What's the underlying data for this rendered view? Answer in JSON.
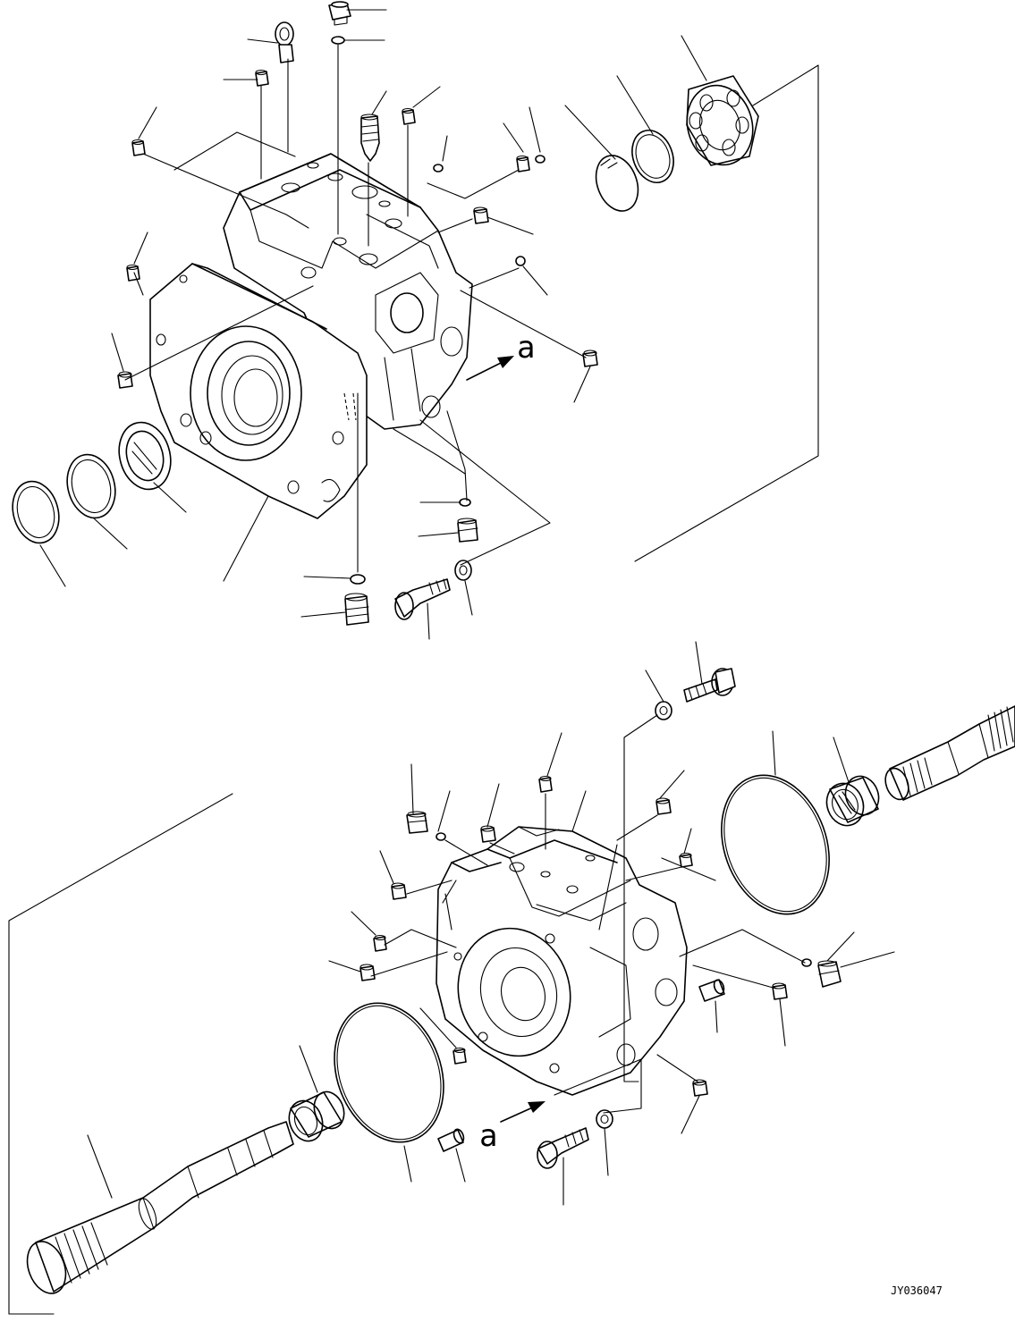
{
  "view_labels": {
    "upper": "a",
    "lower": "a"
  },
  "drawing_number": "JY036047"
}
